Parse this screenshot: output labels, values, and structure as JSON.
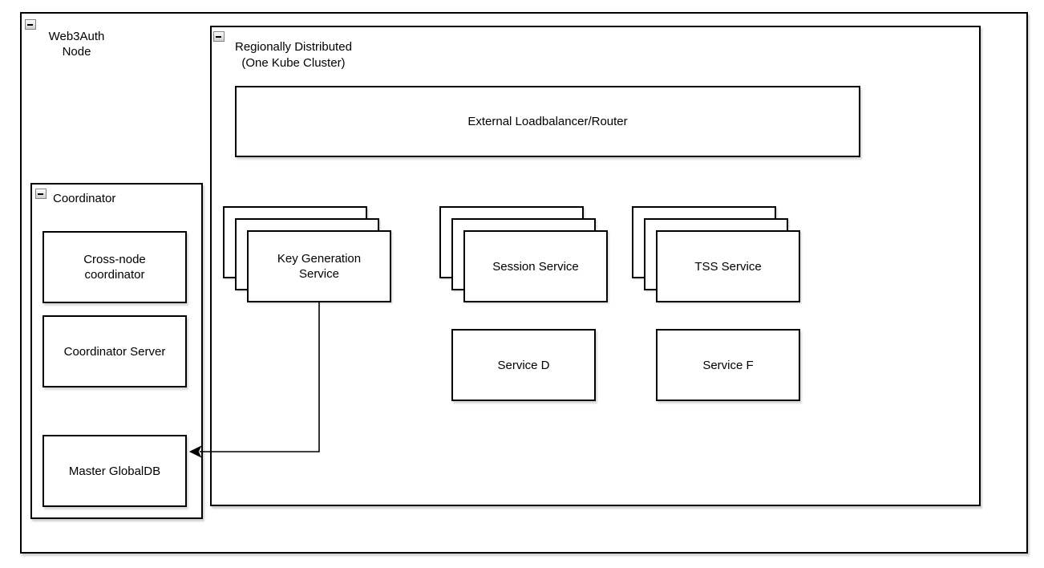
{
  "web3auth_node": {
    "label": "Web3Auth\nNode"
  },
  "kube_cluster": {
    "label": "Regionally Distributed\n  (One Kube Cluster)",
    "loadbalancer_label": "External Loadbalancer/Router",
    "service_stacks": [
      {
        "label": "Key Generation\nService",
        "replicas_shown": 3
      },
      {
        "label": "Session Service",
        "replicas_shown": 3
      },
      {
        "label": "TSS Service",
        "replicas_shown": 3
      }
    ],
    "services": [
      {
        "label": "Service D"
      },
      {
        "label": "Service F"
      }
    ]
  },
  "coordinator": {
    "label": "Coordinator",
    "boxes": [
      {
        "label": "Cross-node\ncoordinator"
      },
      {
        "label": "Coordinator Server"
      },
      {
        "label": "Master GlobalDB"
      }
    ]
  },
  "connection": {
    "from": "Key Generation Service",
    "to": "Master GlobalDB",
    "style": "orthogonal-arrow-left"
  },
  "icons": {
    "collapse": "minus-icon"
  },
  "colors": {
    "border": "#000000",
    "background": "#ffffff",
    "arrow": "#000000"
  }
}
